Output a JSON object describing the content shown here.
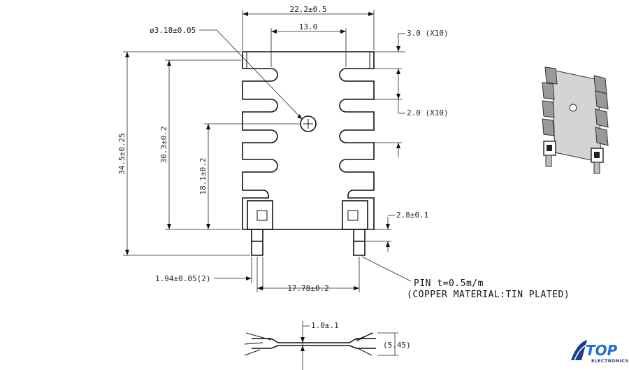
{
  "dimensions": {
    "width_overall": "22.2±0.5",
    "width_inner": "13.0",
    "hole_dia": "ø3.18±0.05",
    "fin_pitch": "3.0 (X10)",
    "fin_gap": "2.0 (X10)",
    "height_overall": "34.5±0.25",
    "height_body": "30.3±0.2",
    "height_hole": "18.1±0.2",
    "pad_offset": "2.8±0.1",
    "pin_width": "1.94±0.05(2)",
    "pin_spacing": "17.78±0.2",
    "thickness": "1.0±.1",
    "side_height": "(5.45)"
  },
  "notes": {
    "pin_line1": "PIN t=0.5m/m",
    "pin_line2": "(COPPER MATERIAL:TIN PLATED)"
  },
  "logo": {
    "name": "TOP",
    "sub": "ELECTRONICS",
    "color_primary": "#1e6fd0",
    "color_dark": "#1b3f8c"
  }
}
